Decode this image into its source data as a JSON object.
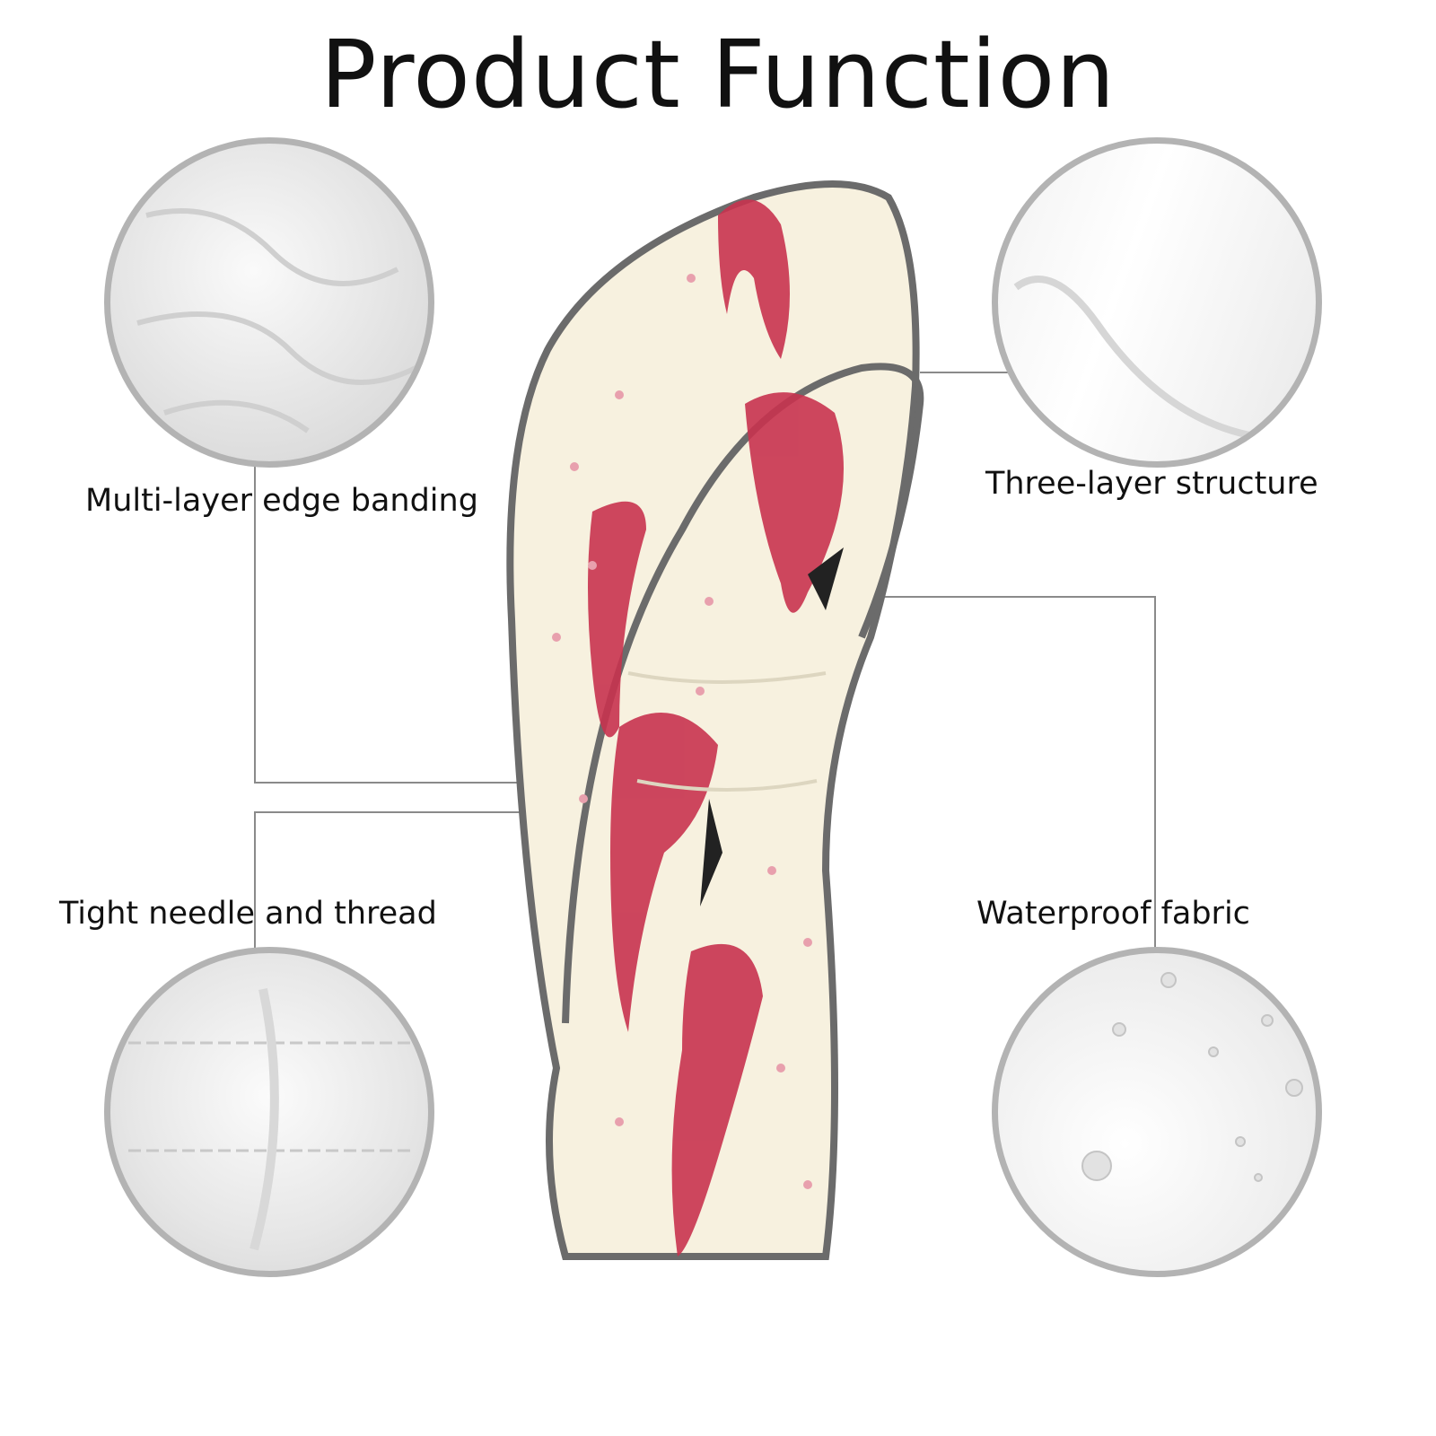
{
  "title": "Product Function",
  "features": [
    {
      "label": "Multi-layer edge banding",
      "icon": "fabric-folds-closeup"
    },
    {
      "label": "Three-layer structure",
      "icon": "fabric-edge-closeup"
    },
    {
      "label": "Tight needle and thread",
      "icon": "stitching-closeup"
    },
    {
      "label": "Waterproof fabric",
      "icon": "water-droplets-closeup"
    }
  ],
  "colors": {
    "border": "#b3b3b3",
    "cream": "#f7f1df",
    "pink": "#c8334f",
    "trim": "#6b6b6b"
  }
}
